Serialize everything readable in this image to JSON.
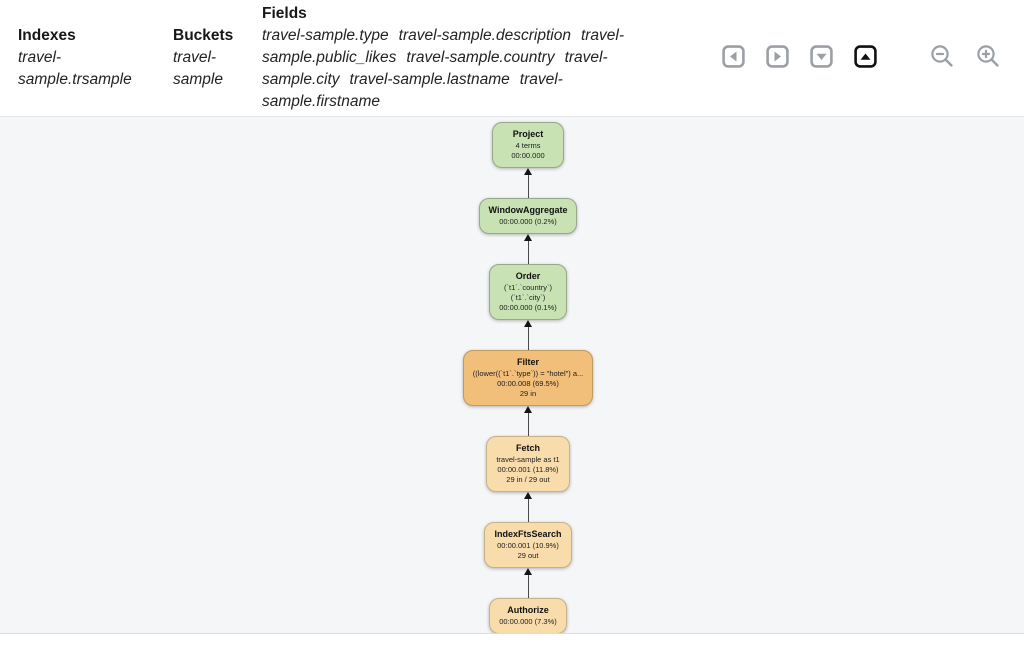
{
  "header": {
    "indexes": {
      "label": "Indexes",
      "items": [
        "travel-sample.trsample"
      ]
    },
    "buckets": {
      "label": "Buckets",
      "items": [
        "travel-sample"
      ]
    },
    "fields": {
      "label": "Fields",
      "items": [
        "travel-sample.type",
        "travel-sample.description",
        "travel-sample.public_likes",
        "travel-sample.country",
        "travel-sample.city",
        "travel-sample.lastname",
        "travel-sample.firstname"
      ]
    }
  },
  "toolbar": {
    "icon_gray": "#9aa0a6",
    "icon_active": "#111111",
    "buttons": [
      {
        "name": "pan-left-button",
        "icon": "caret-left-square-icon",
        "active": false
      },
      {
        "name": "pan-right-button",
        "icon": "caret-right-square-icon",
        "active": false
      },
      {
        "name": "pan-down-button",
        "icon": "caret-down-square-icon",
        "active": false
      },
      {
        "name": "pan-up-button",
        "icon": "caret-up-square-icon",
        "active": true
      },
      {
        "name": "zoom-out-button",
        "icon": "zoom-out-icon",
        "active": false
      },
      {
        "name": "zoom-in-button",
        "icon": "zoom-in-icon",
        "active": false
      }
    ]
  },
  "plan": {
    "node_colors": {
      "green": {
        "fill": "#c8e2b4",
        "border": "#96a989"
      },
      "orange": {
        "fill": "#f2bf7a",
        "border": "#bf9a62"
      },
      "tan": {
        "fill": "#f8dcab",
        "border": "#c7b189"
      }
    },
    "nodes": [
      {
        "title": "Project",
        "color": "green",
        "details": [
          "4 terms",
          "00:00.000"
        ]
      },
      {
        "title": "WindowAggregate",
        "color": "green",
        "details": [
          "00:00.000 (0.2%)"
        ]
      },
      {
        "title": "Order",
        "color": "green",
        "details": [
          "(`t1`.`country`)",
          "(`t1`.`city`)",
          "00:00.000 (0.1%)"
        ]
      },
      {
        "title": "Filter",
        "color": "orange",
        "details": [
          "((lower((`t1`.`type`)) = \"hotel\") a...",
          "00:00.008 (69.5%)",
          "29 in"
        ]
      },
      {
        "title": "Fetch",
        "color": "tan",
        "details": [
          "travel-sample as t1",
          "00:00.001 (11.8%)",
          "29 in / 29 out"
        ]
      },
      {
        "title": "IndexFtsSearch",
        "color": "tan",
        "details": [
          "00:00.001 (10.9%)",
          "29 out"
        ]
      },
      {
        "title": "Authorize",
        "color": "tan",
        "details": [
          "00:00.000 (7.3%)"
        ]
      }
    ]
  }
}
